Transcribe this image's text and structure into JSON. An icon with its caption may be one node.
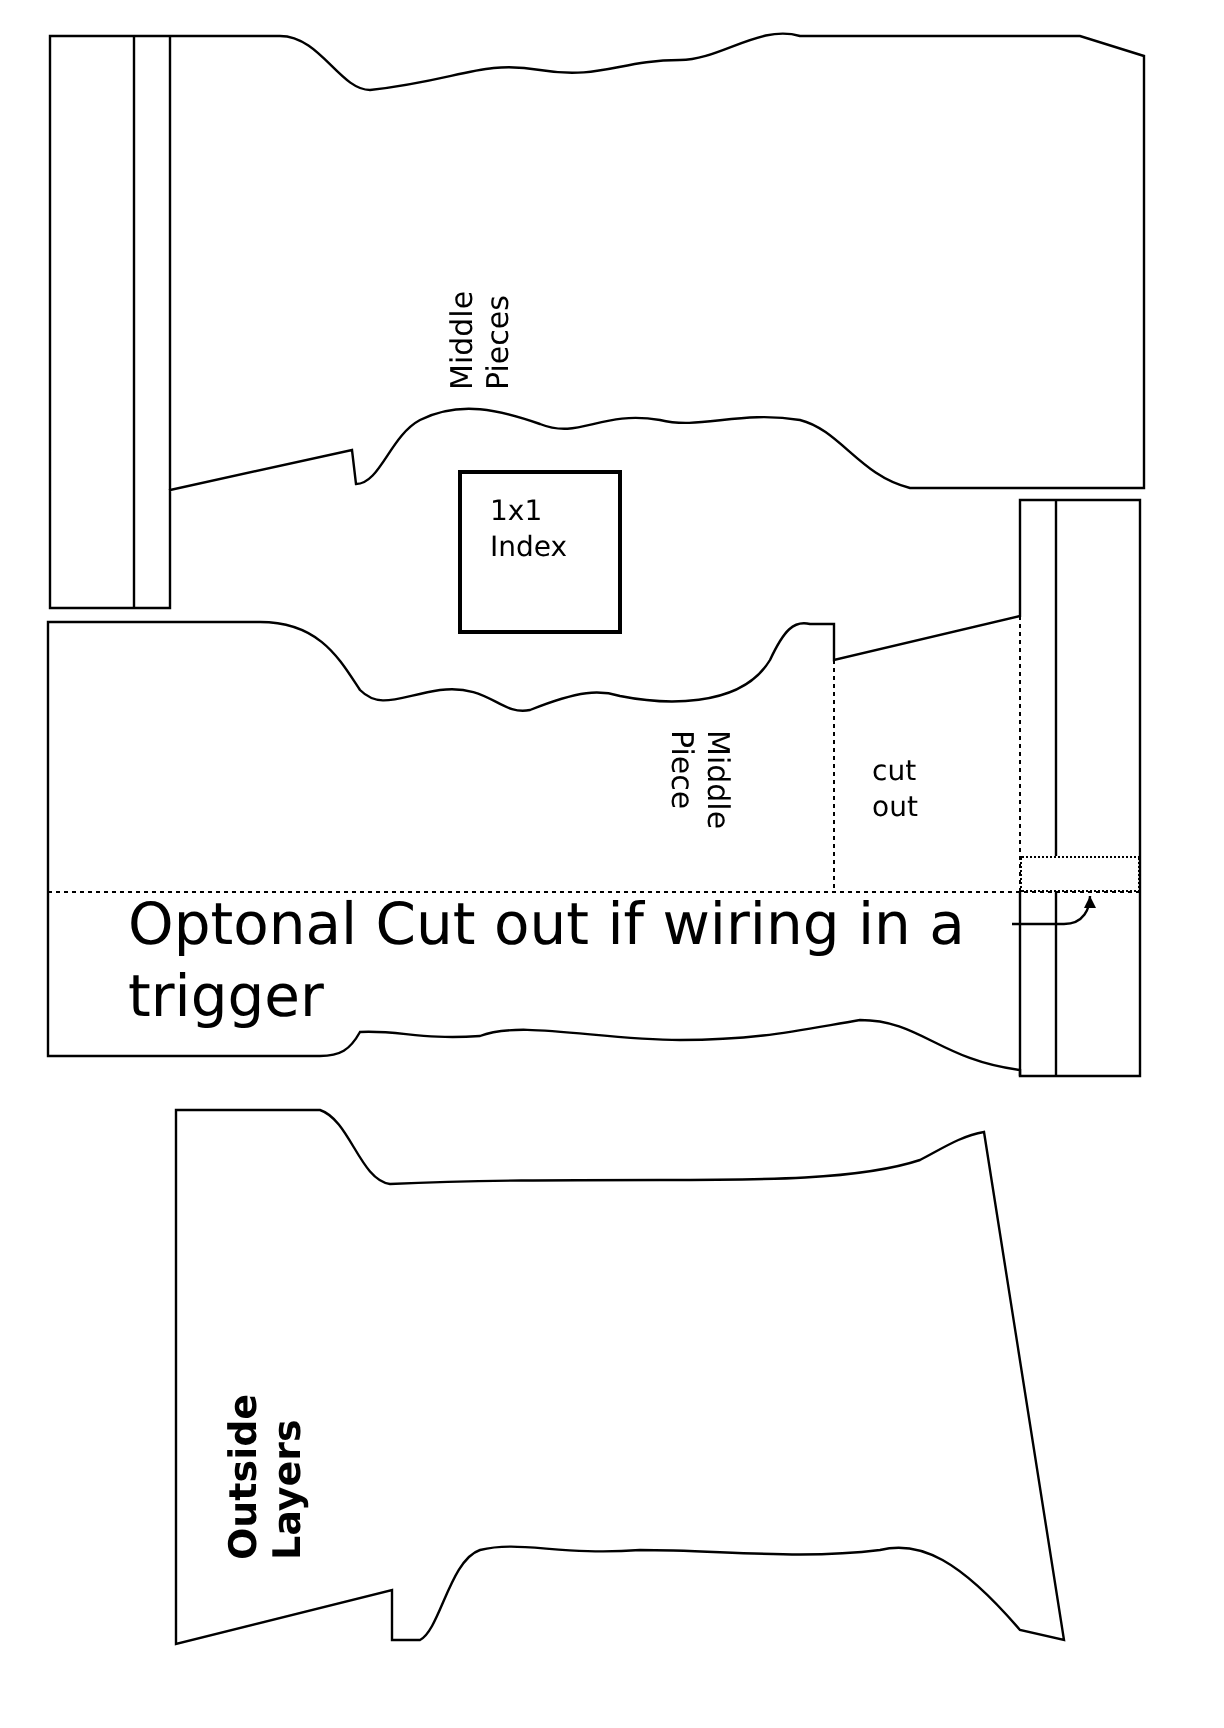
{
  "diagram": {
    "nodes": [
      {
        "text": [
          "Middle Pieces"
        ]
      },
      {
        "text": [
          "1x1 Index"
        ]
      },
      {
        "text": [
          "Middle Piece"
        ]
      },
      {
        "text": [
          "cut out"
        ],
        "in": 2
      },
      {
        "text": [
          "Optonal Cut out if wiring in a trigger"
        ],
        "in": 2
      },
      {
        "text": [],
        "shape": "box",
        "in": 2
      },
      {
        "text": [
          "Outside Layers"
        ]
      }
    ],
    "edges": [
      {
        "from": 4,
        "to": 5,
        "arrow": "to"
      }
    ]
  }
}
